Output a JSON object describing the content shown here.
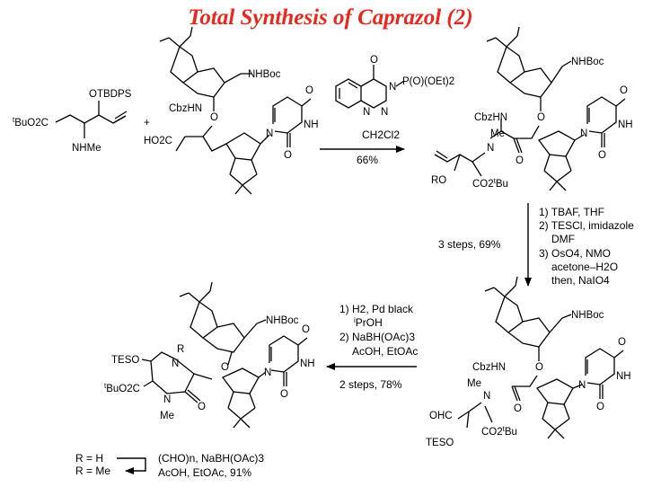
{
  "title": "Total Synthesis of Caprazol (2)",
  "plus": "+",
  "groups": {
    "nhboc": "NHBoc",
    "cbzhn": "CbzHN",
    "otbdps": "OTBDPS",
    "nhme": "NHMe",
    "tbuo2c": "BuO2C",
    "tbu_sup": "t",
    "ho2c": "HO2C",
    "o": "O",
    "n": "N",
    "nh": "NH",
    "me": "Me",
    "ro": "RO",
    "co2tbu": "CO2",
    "tbu_tail": "Bu",
    "ohc": "OHC",
    "teso": "TESO",
    "r": "R",
    "p_o_oet2": "P(O)(OEt)2"
  },
  "step1": {
    "solvent": "CH2Cl2",
    "yield": "66%"
  },
  "step2": {
    "summary": "3 steps, 69%",
    "conditions": [
      "1) TBAF, THF",
      "2) TESCl, imidazole",
      "DMF",
      "3) OsO4, NMO",
      "acetone–H2O",
      "then, NaIO4"
    ]
  },
  "step3": {
    "conditions": [
      "1) H2, Pd black",
      "PrOH",
      "2) NaBH(OAc)3",
      "AcOH, EtOAc"
    ],
    "ipr_sup": "i",
    "summary": "2 steps, 78%"
  },
  "final": {
    "r_h": "R = H",
    "r_me": "R = Me",
    "conditions": [
      "(CHO)n, NaBH(OAc)3",
      "AcOH, EtOAc, 91%"
    ]
  }
}
